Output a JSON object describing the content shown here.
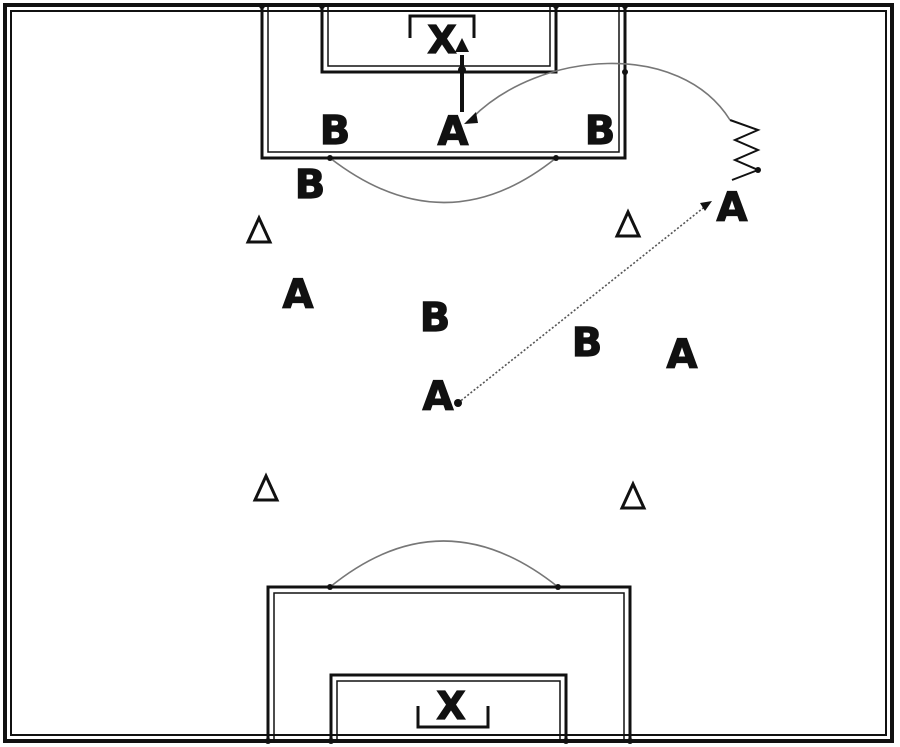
{
  "diagram": {
    "colors": {
      "line": "#111111",
      "movement": "#777777",
      "pass": "#555555",
      "background": "#ffffff"
    },
    "goal_labels": [
      "X",
      "X"
    ],
    "team_a_labels": [
      "A",
      "A",
      "A",
      "A",
      "A"
    ],
    "team_b_labels": [
      "B",
      "B",
      "B",
      "B",
      "B"
    ],
    "markers": [
      "cone-icon",
      "cone-icon",
      "cone-icon",
      "cone-icon"
    ]
  }
}
